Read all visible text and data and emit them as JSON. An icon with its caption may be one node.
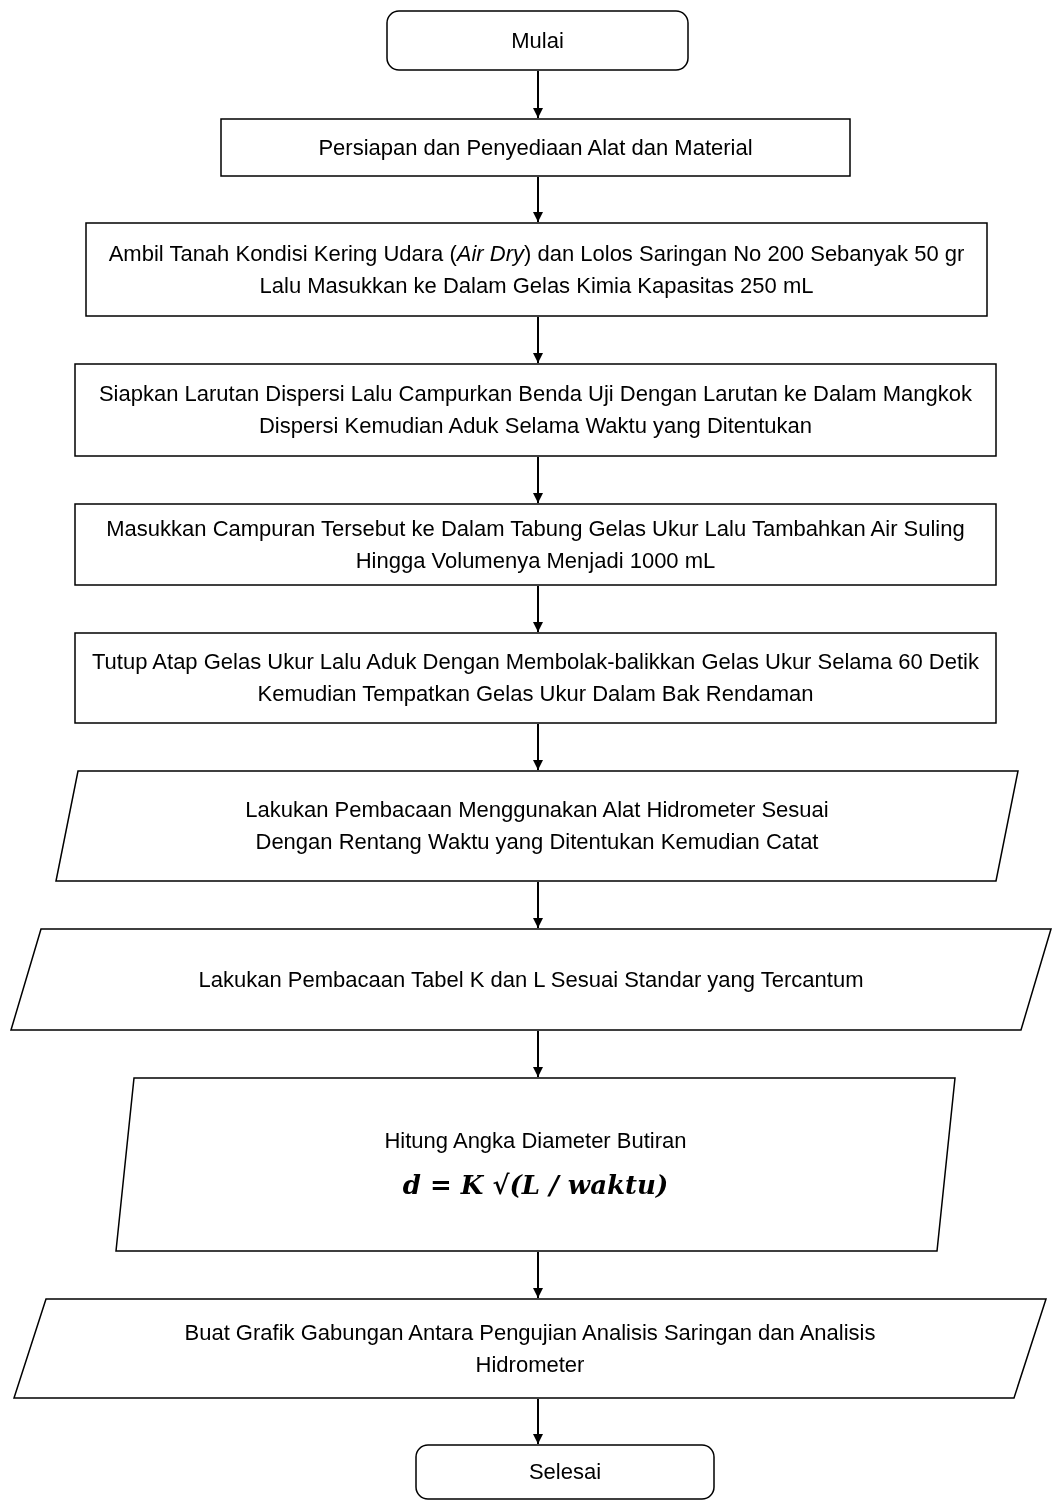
{
  "diagram": {
    "nodes": [
      {
        "text": [
          "Mulai"
        ]
      },
      {
        "text": [
          "Persiapan dan Penyediaan Alat dan Material"
        ]
      },
      {
        "text": [
          "Ambil Tanah Kondisi Kering Udara (*Air Dry*) dan Lolos Saringan No 200 Sebanyak 50 gr Lalu Masukkan ke Dalam Gelas Kimia Kapasitas 250 mL"
        ]
      },
      {
        "text": [
          "Siapkan Larutan Dispersi Lalu Campurkan Benda Uji Dengan Larutan ke Dalam Mangkok Dispersi Kemudian Aduk Selama Waktu yang Ditentukan"
        ]
      },
      {
        "text": [
          "Masukkan Campuran Tersebut ke Dalam Tabung Gelas Ukur Lalu Tambahkan Air Suling Hingga Volumenya Menjadi 1000 mL"
        ]
      },
      {
        "text": [
          "Tutup Atap Gelas Ukur Lalu Aduk Dengan Membolak-balikkan Gelas Ukur Selama 60 Detik Kemudian Tempatkan Gelas Ukur Dalam Bak Rendaman"
        ]
      },
      {
        "text": [
          "Lakukan Pembacaan Menggunakan Alat Hidrometer Sesuai Dengan Rentang Waktu yang Ditentukan Kemudian Catat"
        ]
      },
      {
        "text": [
          "Lakukan Pembacaan Tabel K dan L Sesuai Standar yang Tercantum"
        ]
      },
      {
        "text": [
          "Hitung Angka Diameter Butiran",
          "d = K √(L / waktu)"
        ]
      },
      {
        "text": [
          "Buat Grafik Gabungan Antara Pengujian Analisis Saringan dan Analisis Hidrometer"
        ]
      },
      {
        "text": [
          "Selesai"
        ]
      }
    ],
    "edges": [
      {
        "from": 0,
        "to": 1,
        "arrow": "to"
      },
      {
        "from": 1,
        "to": 2,
        "arrow": "to"
      },
      {
        "from": 2,
        "to": 3,
        "arrow": "to"
      },
      {
        "from": 3,
        "to": 4,
        "arrow": "to"
      },
      {
        "from": 4,
        "to": 5,
        "arrow": "to"
      },
      {
        "from": 5,
        "to": 6,
        "arrow": "to"
      },
      {
        "from": 6,
        "to": 7,
        "arrow": "to"
      },
      {
        "from": 7,
        "to": 8,
        "arrow": "to"
      },
      {
        "from": 8,
        "to": 9,
        "arrow": "to"
      },
      {
        "from": 9,
        "to": 10,
        "arrow": "to"
      }
    ]
  }
}
